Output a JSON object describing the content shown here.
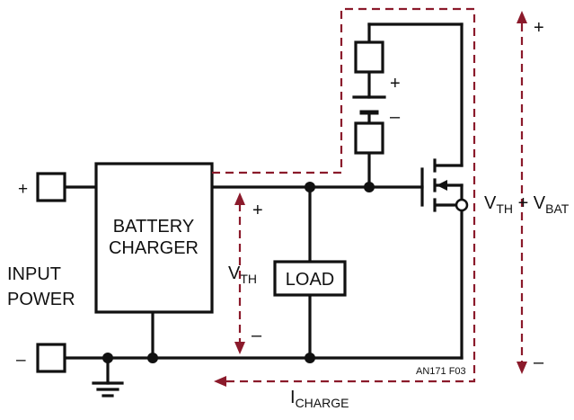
{
  "labels": {
    "battery_charger_line1": "BATTERY",
    "battery_charger_line2": "CHARGER",
    "input_power_line1": "INPUT",
    "input_power_line2": "POWER",
    "input_plus": "+",
    "input_minus": "–",
    "load": "LOAD",
    "vth_main": "V",
    "vth_sub": "TH",
    "vth_plus": "+",
    "vth_minus": "–",
    "battery_plus": "+",
    "battery_minus": "–",
    "vtotal_v1": "V",
    "vtotal_sub1": "TH",
    "vtotal_mid": " + V",
    "vtotal_sub2": "BAT",
    "vtotal_plus": "+",
    "vtotal_minus": "–",
    "icharge_main": "I",
    "icharge_sub": "CHARGE",
    "figure_id": "AN171 F03"
  },
  "colors": {
    "wire": "#111111",
    "current_path": "#8b1a2b"
  }
}
